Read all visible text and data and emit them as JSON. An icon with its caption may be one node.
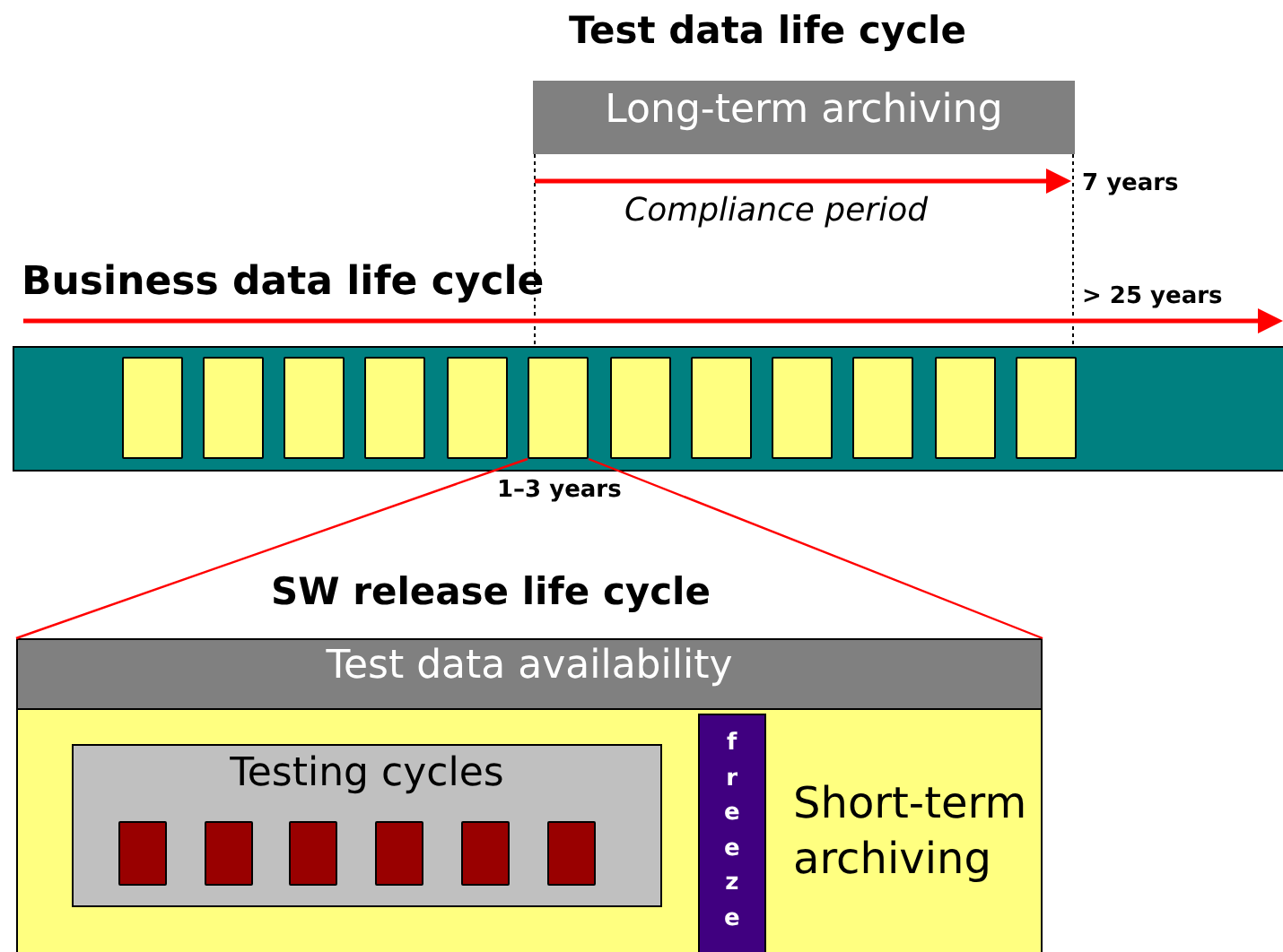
{
  "diagram": {
    "nodes": [
      {
        "text": [],
        "shape": "bar"
      },
      {
        "text": [],
        "shape": "box",
        "in": 0
      },
      {
        "text": [],
        "shape": "box",
        "in": 0
      },
      {
        "text": [],
        "shape": "box",
        "in": 0
      },
      {
        "text": [],
        "shape": "box",
        "in": 0
      },
      {
        "text": [],
        "shape": "box",
        "in": 0
      },
      {
        "text": [],
        "shape": "box",
        "in": 0
      },
      {
        "text": [],
        "shape": "box",
        "in": 0
      },
      {
        "text": [],
        "shape": "box",
        "in": 0
      },
      {
        "text": [],
        "shape": "box",
        "in": 0
      },
      {
        "text": [],
        "shape": "box",
        "in": 0
      },
      {
        "text": [],
        "shape": "box",
        "in": 0
      },
      {
        "text": [],
        "shape": "box",
        "in": 0
      },
      {
        "text": [
          "Long-term archiving"
        ],
        "beside": [
          "Test data life cycle"
        ]
      },
      {
        "text": [
          "Test data availability",
          "Short-term archiving"
        ],
        "beside": [
          "SW release life cycle"
        ]
      },
      {
        "text": [
          "Testing cycles"
        ],
        "in": 14
      },
      {
        "text": [],
        "shape": "box",
        "in": 15
      },
      {
        "text": [],
        "shape": "box",
        "in": 15
      },
      {
        "text": [],
        "shape": "box",
        "in": 15
      },
      {
        "text": [],
        "shape": "box",
        "in": 15
      },
      {
        "text": [],
        "shape": "box",
        "in": 15
      },
      {
        "text": [],
        "shape": "box",
        "in": 15
      },
      {
        "text": [
          "freeze"
        ],
        "in": 14
      }
    ],
    "edges": [
      {
        "from": 6,
        "to": 14,
        "arrow": "none"
      },
      {
        "from": 6,
        "to": 14,
        "arrow": "none"
      }
    ],
    "labels": [
      "7 years",
      "Compliance period",
      "Business data life cycle",
      "> 25 years",
      "1–3 years"
    ]
  }
}
